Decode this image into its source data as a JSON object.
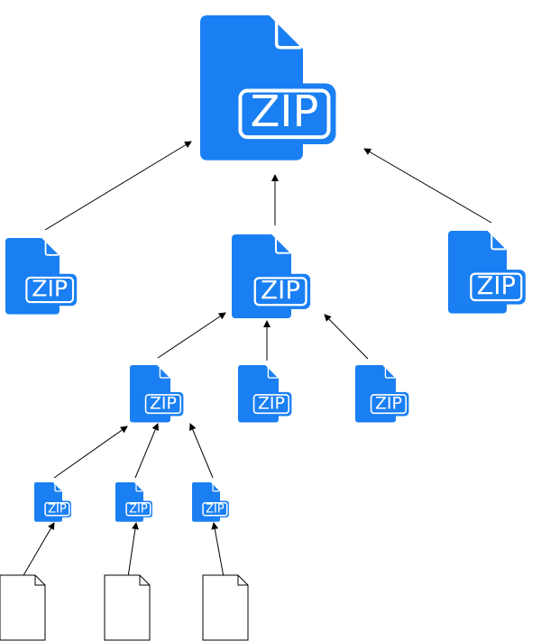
{
  "colors": {
    "zip_fill": "#1a7ff2",
    "zip_inner": "#ffffff",
    "arrow": "#000000",
    "file_stroke": "#000000",
    "file_fill": "#ffffff"
  },
  "zip_label": "ZIP",
  "icons": {
    "zip": "zip-archive-icon",
    "file": "blank-document-icon"
  },
  "levels": {
    "root": {
      "label": "ZIP"
    },
    "level1": [
      {
        "label": "ZIP"
      },
      {
        "label": "ZIP"
      },
      {
        "label": "ZIP"
      }
    ],
    "level2": [
      {
        "label": "ZIP"
      },
      {
        "label": "ZIP"
      },
      {
        "label": "ZIP"
      }
    ],
    "level3": [
      {
        "label": "ZIP"
      },
      {
        "label": "ZIP"
      },
      {
        "label": "ZIP"
      }
    ],
    "files_count": 3
  }
}
